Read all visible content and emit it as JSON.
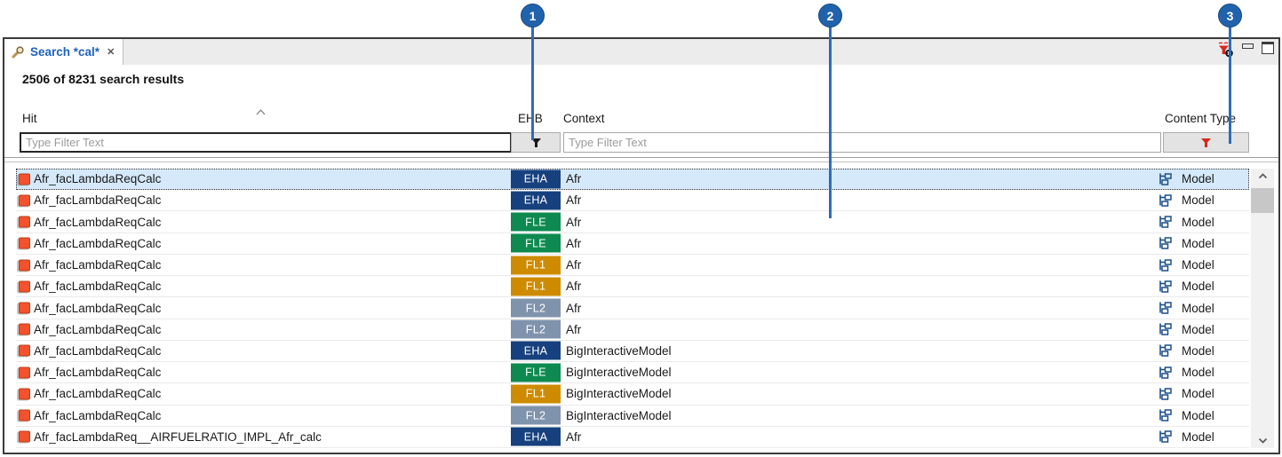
{
  "callouts": [
    {
      "label": "1"
    },
    {
      "label": "2"
    },
    {
      "label": "3"
    }
  ],
  "tab": {
    "label": "Search *cal*",
    "close_glyph": "✕"
  },
  "summary": "2506 of 8231 search results",
  "table": {
    "headers": {
      "hit": "Hit",
      "ehb": "EHB",
      "context": "Context",
      "content_type": "Content Type"
    },
    "filters": {
      "hit_placeholder": "Type Filter Text",
      "context_placeholder": "Type Filter Text"
    },
    "badge_colors": {
      "EHA": "#17417e",
      "FLE": "#0e8a50",
      "FL1": "#ce8b00",
      "FL2": "#8093ac"
    },
    "rows": [
      {
        "hit": "Afr_facLambdaReqCalc",
        "ehb": "EHA",
        "context": "Afr",
        "content_type": "Model",
        "selected": true
      },
      {
        "hit": "Afr_facLambdaReqCalc",
        "ehb": "EHA",
        "context": "Afr",
        "content_type": "Model",
        "selected": false
      },
      {
        "hit": "Afr_facLambdaReqCalc",
        "ehb": "FLE",
        "context": "Afr",
        "content_type": "Model",
        "selected": false
      },
      {
        "hit": "Afr_facLambdaReqCalc",
        "ehb": "FLE",
        "context": "Afr",
        "content_type": "Model",
        "selected": false
      },
      {
        "hit": "Afr_facLambdaReqCalc",
        "ehb": "FL1",
        "context": "Afr",
        "content_type": "Model",
        "selected": false
      },
      {
        "hit": "Afr_facLambdaReqCalc",
        "ehb": "FL1",
        "context": "Afr",
        "content_type": "Model",
        "selected": false
      },
      {
        "hit": "Afr_facLambdaReqCalc",
        "ehb": "FL2",
        "context": "Afr",
        "content_type": "Model",
        "selected": false
      },
      {
        "hit": "Afr_facLambdaReqCalc",
        "ehb": "FL2",
        "context": "Afr",
        "content_type": "Model",
        "selected": false
      },
      {
        "hit": "Afr_facLambdaReqCalc",
        "ehb": "EHA",
        "context": "BigInteractiveModel",
        "content_type": "Model",
        "selected": false
      },
      {
        "hit": "Afr_facLambdaReqCalc",
        "ehb": "FLE",
        "context": "BigInteractiveModel",
        "content_type": "Model",
        "selected": false
      },
      {
        "hit": "Afr_facLambdaReqCalc",
        "ehb": "FL1",
        "context": "BigInteractiveModel",
        "content_type": "Model",
        "selected": false
      },
      {
        "hit": "Afr_facLambdaReqCalc",
        "ehb": "FL2",
        "context": "BigInteractiveModel",
        "content_type": "Model",
        "selected": false
      },
      {
        "hit": "Afr_facLambdaReq__AIRFUELRATIO_IMPL_Afr_calc",
        "ehb": "EHA",
        "context": "Afr",
        "content_type": "Model",
        "selected": false
      }
    ]
  },
  "colors": {
    "callout_blue": "#2162ac",
    "tab_label_blue": "#1f62bc",
    "selected_row_bg": "#d5e9fb",
    "hit_icon_orange": "#f4512c",
    "model_icon_blue": "#1c4f8a",
    "funnel_black": "#1a1a1a",
    "funnel_red": "#d42a1e"
  }
}
